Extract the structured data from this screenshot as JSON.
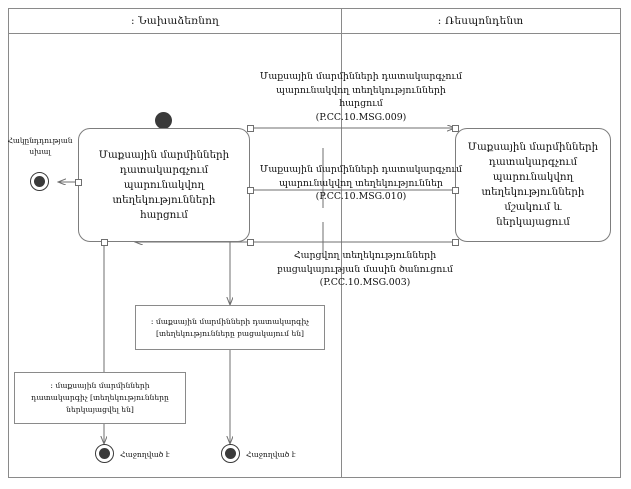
{
  "diagram": {
    "type": "uml-activity-diagram",
    "lanes": [
      {
        "id": "initiator",
        "title": ": Նախաձեռնող"
      },
      {
        "id": "respondent",
        "title": ": Ռեսպոնդենտ"
      }
    ],
    "activities": [
      {
        "id": "request",
        "lane": "initiator",
        "text": "Մաքսային մարմինների դատակարգչում պարունակվող տեղեկությունների հարցում"
      },
      {
        "id": "process",
        "lane": "respondent",
        "text": "Մաքսային մարմինների դատակարգչում պարունակվող տեղեկությունների մշակում և ներկայացում"
      }
    ],
    "messages": [
      {
        "id": "msg009",
        "text": "Մաքսային մարմինների դատակարգչում պարունակվող տեղեկությունների հարցում",
        "code": "(P.CC.10.MSG.009)",
        "direction": "initiator-to-respondent"
      },
      {
        "id": "msg010",
        "text": "Մաքսային մարմինների դատակարգչում պարունակվող տեղեկություններ (P.CC.10.MSG.010)",
        "direction": "respondent-to-initiator"
      },
      {
        "id": "msg003",
        "text": "Հարցվող տեղեկությունների բացակայության մասին ծանուցում (P.CC.10.MSG.003)",
        "direction": "respondent-to-initiator"
      }
    ],
    "notes": [
      {
        "id": "note-absent",
        "text": ": մաքսային մարմինների դատակարգիչ [տեղեկությունները բացակայում են]"
      },
      {
        "id": "note-delivered",
        "text": ": մաքսային մարմինների դատակարգիչ [տեղեկությունները ներկայացվել են]"
      }
    ],
    "nodes": [
      {
        "id": "initial",
        "kind": "initial-node",
        "label": ""
      },
      {
        "id": "error-end",
        "kind": "final-node",
        "label": "Հակընդդության սխալ"
      },
      {
        "id": "end-left",
        "kind": "final-node",
        "label": "Հաջողված է"
      },
      {
        "id": "end-right",
        "kind": "final-node",
        "label": "Հաջողված է"
      }
    ],
    "colors": {
      "line": "#6f6f6f",
      "node_fill": "#3a3a3a",
      "background": "#ffffff",
      "frame": "#8a8a8a"
    }
  }
}
